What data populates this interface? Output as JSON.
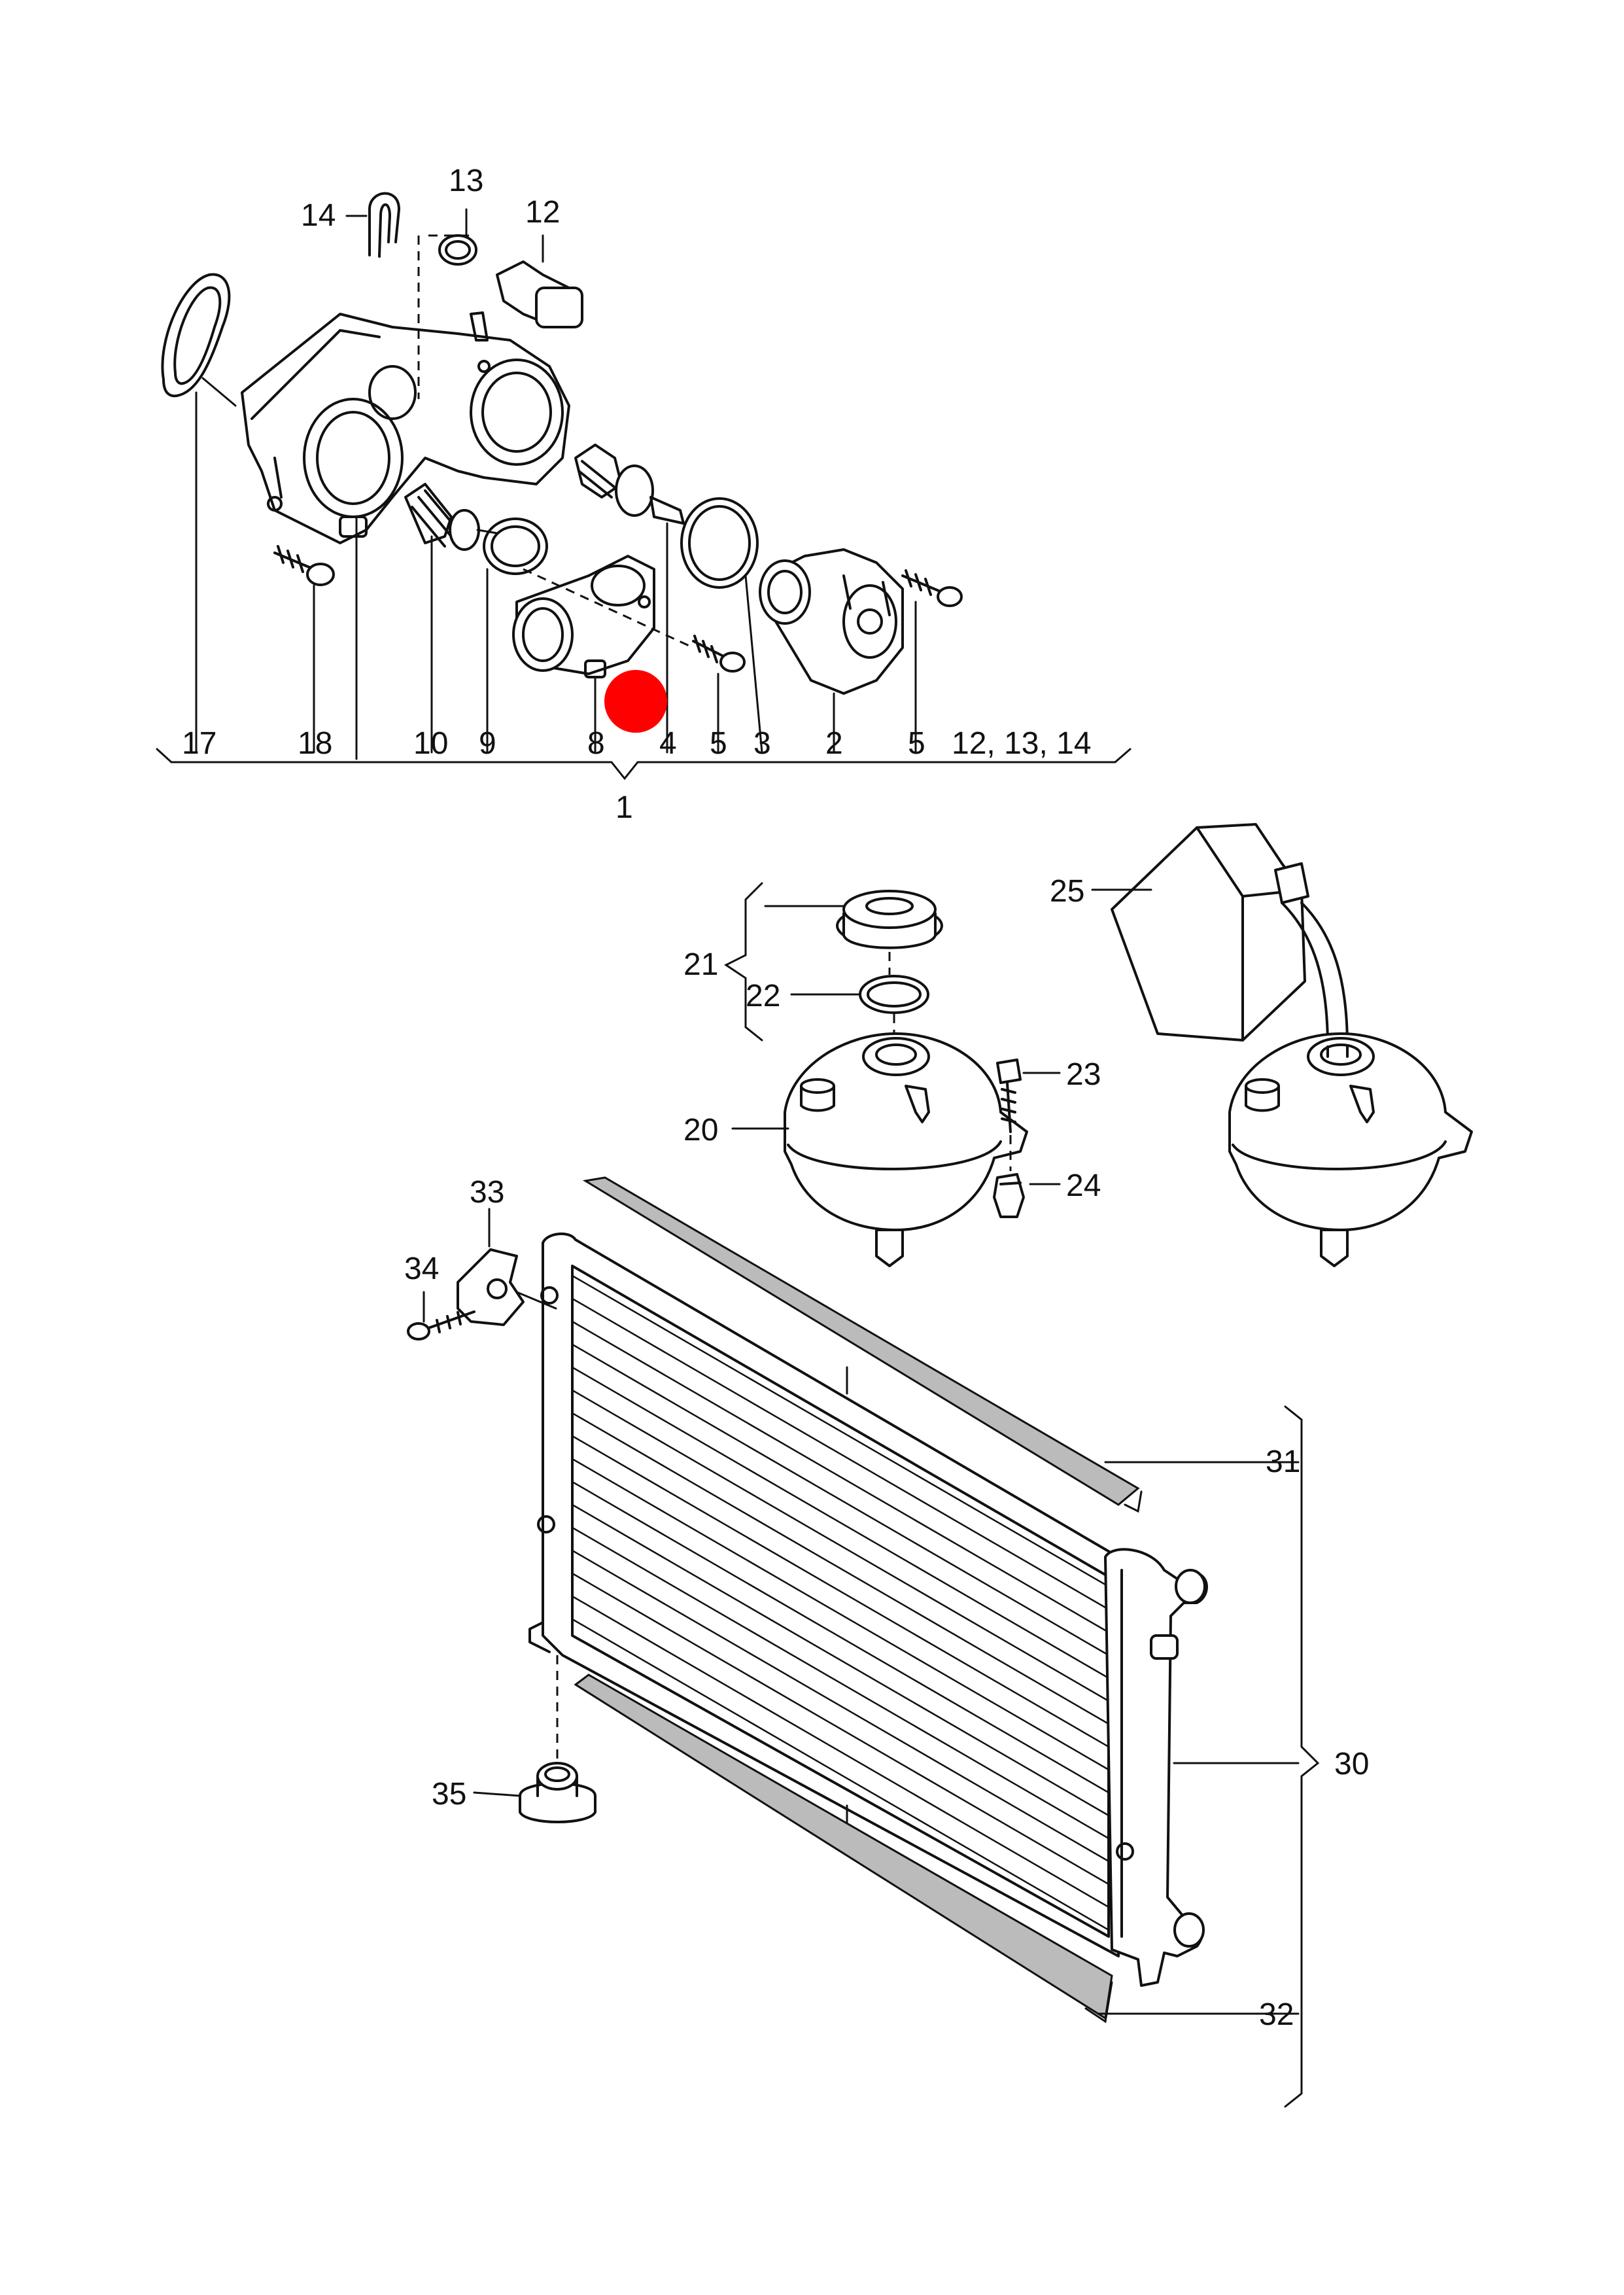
{
  "callouts": {
    "c17": "17",
    "c18": "18",
    "c10": "10",
    "c9": "9",
    "c8": "8",
    "c4": "4",
    "c5a": "5",
    "c3": "3",
    "c2": "2",
    "c5b": "5",
    "c12_13_14": "12, 13, 14",
    "c1": "1",
    "c14": "14",
    "c13": "13",
    "c12": "12",
    "c21": "21",
    "c22": "22",
    "c20": "20",
    "c23": "23",
    "c24": "24",
    "c25": "25",
    "c33": "33",
    "c34": "34",
    "c31": "31",
    "c30": "30",
    "c32": "32",
    "c35": "35"
  },
  "colors": {
    "line": "#111111",
    "marker": "#ff0000",
    "background": "#ffffff"
  }
}
